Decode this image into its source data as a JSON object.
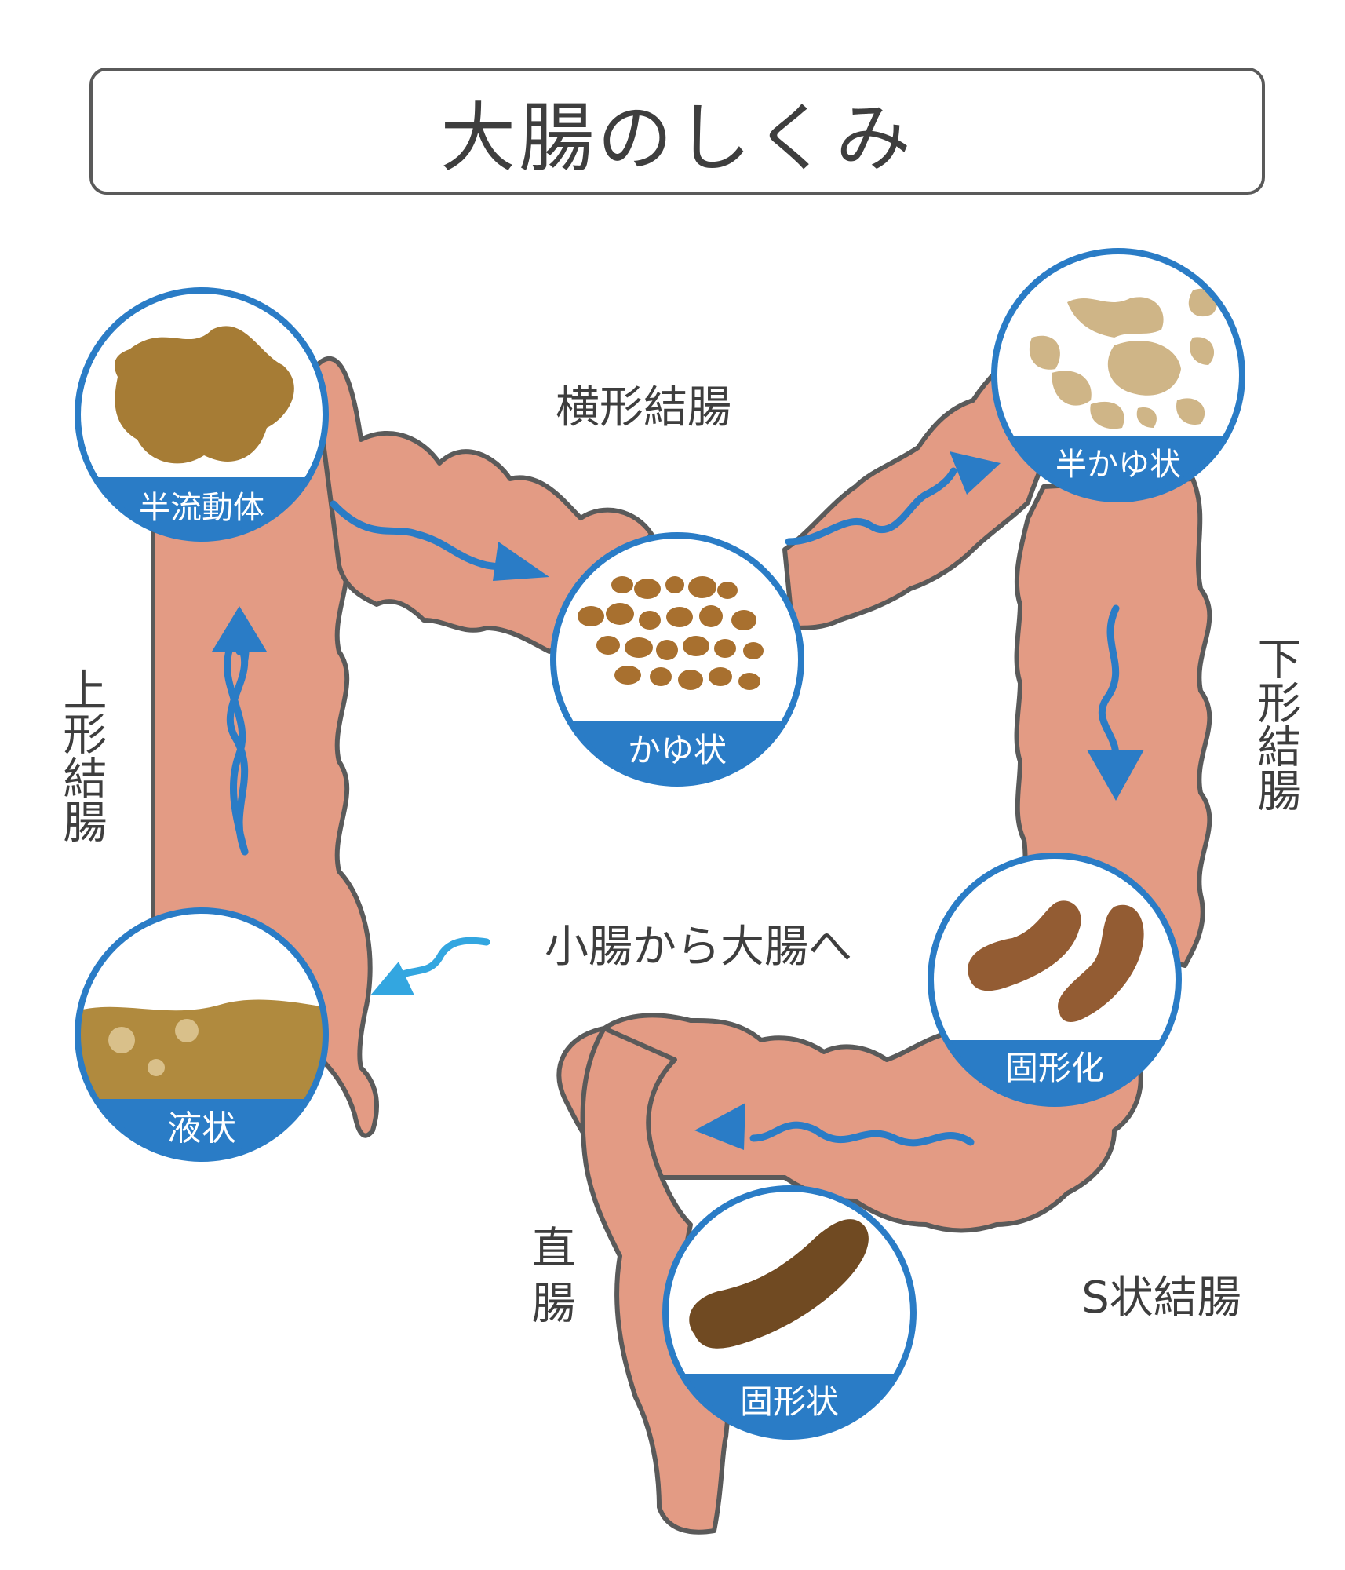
{
  "title": "大腸のしくみ",
  "colors": {
    "intestine_fill": "#e39b84",
    "intestine_stroke": "#5a5a5a",
    "circle_ring": "#2a7cc6",
    "label_band": "#2a7cc6",
    "arrow": "#2a7cc6",
    "entry_arrow": "#33a6e0",
    "text": "#3e3e3e"
  },
  "section_labels": {
    "transverse": "横形結腸",
    "ascending": "上形結腸",
    "descending": "下形結腸",
    "sigmoid": "S状結腸",
    "rectum": "直腸",
    "entry": "小腸から大腸へ"
  },
  "stages": [
    {
      "label": "液状",
      "icon": "liquid-stool-icon",
      "color": "#b08a3e"
    },
    {
      "label": "半流動体",
      "icon": "semi-fluid-stool-icon",
      "color": "#a67c35"
    },
    {
      "label": "かゆ状",
      "icon": "porridge-stool-icon",
      "color": "#a8702f"
    },
    {
      "label": "半かゆ状",
      "icon": "semi-porridge-stool-icon",
      "color": "#cfb587"
    },
    {
      "label": "固形化",
      "icon": "solidifying-stool-icon",
      "color": "#935c33"
    },
    {
      "label": "固形状",
      "icon": "solid-stool-icon",
      "color": "#704a22"
    }
  ]
}
